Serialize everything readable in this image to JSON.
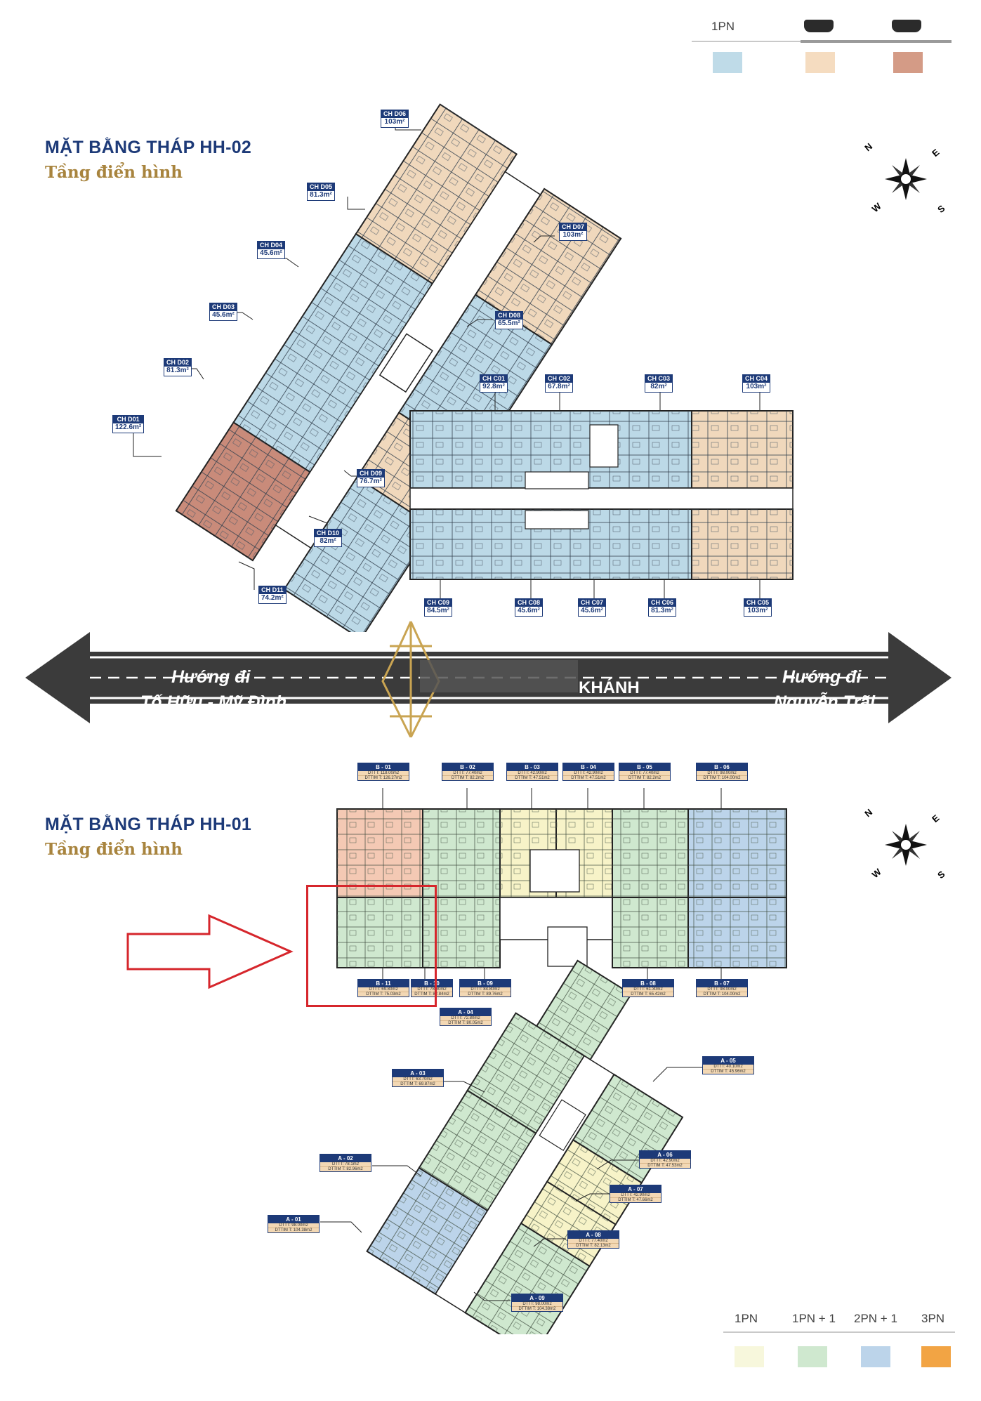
{
  "top_legend": {
    "items": [
      {
        "label": "1PN",
        "color": "#bfdbe8"
      },
      {
        "label": "",
        "color": "#f5dcc0"
      },
      {
        "label": "",
        "color": "#d49b86"
      }
    ]
  },
  "hh02": {
    "title": "MẶT BẰNG THÁP HH-02",
    "subtitle": "Tầng điển hình",
    "units": [
      {
        "code": "CH D06",
        "area": "103m²"
      },
      {
        "code": "CH D05",
        "area": "81.3m²"
      },
      {
        "code": "CH D07",
        "area": "103m²"
      },
      {
        "code": "CH D04",
        "area": "45.6m²"
      },
      {
        "code": "CH D08",
        "area": "65.5m²"
      },
      {
        "code": "CH D03",
        "area": "45.6m²"
      },
      {
        "code": "CH D02",
        "area": "81.3m²"
      },
      {
        "code": "CH D01",
        "area": "122.6m²"
      },
      {
        "code": "CH D09",
        "area": "76.7m²"
      },
      {
        "code": "CH D10",
        "area": "82m²"
      },
      {
        "code": "CH D11",
        "area": "74.2m²"
      },
      {
        "code": "CH C01",
        "area": "92.8m²"
      },
      {
        "code": "CH C02",
        "area": "67.8m²"
      },
      {
        "code": "CH C03",
        "area": "82m²"
      },
      {
        "code": "CH C04",
        "area": "103m²"
      },
      {
        "code": "CH C09",
        "area": "84.5m²"
      },
      {
        "code": "CH C08",
        "area": "45.6m²"
      },
      {
        "code": "CH C07",
        "area": "45.6m²"
      },
      {
        "code": "CH C06",
        "area": "81.3m²"
      },
      {
        "code": "CH C05",
        "area": "103m²"
      }
    ]
  },
  "compass": {
    "n": "N",
    "e": "E",
    "w": "W",
    "s": "S"
  },
  "road": {
    "left_line1": "Hướng đi",
    "left_line2": "Tố Hữu - Mỹ Đình",
    "center": "KHÁNH",
    "right_line1": "Hướng đi",
    "right_line2": "Nguyễn Trãi"
  },
  "hh01": {
    "title": "MẶT BẰNG THÁP HH-01",
    "subtitle": "Tầng điển hình",
    "units": [
      {
        "code": "B - 01",
        "dt1": "DTTT: 118.00m2",
        "dt2": "DTTIM T: 126.27m2"
      },
      {
        "code": "B - 02",
        "dt1": "DTTT: 77.40m2",
        "dt2": "DTTIM T: 82.2m2"
      },
      {
        "code": "B - 03",
        "dt1": "DTTT: 42.90m2",
        "dt2": "DTTIM T: 47.51m2"
      },
      {
        "code": "B - 04",
        "dt1": "DTTT: 42.90m2",
        "dt2": "DTTIM T: 47.51m2"
      },
      {
        "code": "B - 05",
        "dt1": "DTTT: 77.40m2",
        "dt2": "DTTIM T: 82.2m2"
      },
      {
        "code": "B - 06",
        "dt1": "DTTT: 98.00m2",
        "dt2": "DTTIM T: 104.00m2"
      },
      {
        "code": "B - 11",
        "dt1": "DTTT: 69.80m2",
        "dt2": "DTTIM T: 75.03m2"
      },
      {
        "code": "B - 10",
        "dt1": "DTTT: 78.30m2",
        "dt2": "DTTIM T: 82.84m2"
      },
      {
        "code": "B - 09",
        "dt1": "DTTT: 84.80m2",
        "dt2": "DTTIM T: 89.76m2"
      },
      {
        "code": "B - 08",
        "dt1": "DTTT: 61.30m2",
        "dt2": "DTTIM T: 65.42m2"
      },
      {
        "code": "B - 07",
        "dt1": "DTTT: 98.00m2",
        "dt2": "DTTIM T: 104.00m2"
      },
      {
        "code": "A - 04",
        "dt1": "DTTT: 72.80m2",
        "dt2": "DTTIM T: 80.05m2"
      },
      {
        "code": "A - 03",
        "dt1": "DTTT: 63.70m2",
        "dt2": "DTTIM T: 69.87m2"
      },
      {
        "code": "A - 05",
        "dt1": "DTTT: 40.10m2",
        "dt2": "DTTIM T: 45.96m2"
      },
      {
        "code": "A - 02",
        "dt1": "DTTT: 78.1m2",
        "dt2": "DTTIM T: 82.96m2"
      },
      {
        "code": "A - 06",
        "dt1": "DTTT: 42.90m2",
        "dt2": "DTTIM T: 47.53m2"
      },
      {
        "code": "A - 07",
        "dt1": "DTTT: 42.90m2",
        "dt2": "DTTIM T: 47.66m2"
      },
      {
        "code": "A - 01",
        "dt1": "DTTT: 98.00m2",
        "dt2": "DTTIM T: 104.38m2"
      },
      {
        "code": "A - 08",
        "dt1": "DTTT: 77.40m2",
        "dt2": "DTTIM T: 82.13m2"
      },
      {
        "code": "A - 09",
        "dt1": "DTTT: 98.00m2",
        "dt2": "DTTIM T: 104.38m2"
      }
    ]
  },
  "bottom_legend": {
    "items": [
      {
        "label": "1PN",
        "color": "#f7f7dc"
      },
      {
        "label": "1PN + 1",
        "color": "#cfe8cf"
      },
      {
        "label": "2PN + 1",
        "color": "#bcd4ea"
      },
      {
        "label": "3PN",
        "color": "#f2a444"
      }
    ]
  },
  "colors": {
    "navy": "#1d3a78",
    "gold": "#a8843e",
    "road": "#3b3b3b",
    "highlight": "#d6262c"
  }
}
